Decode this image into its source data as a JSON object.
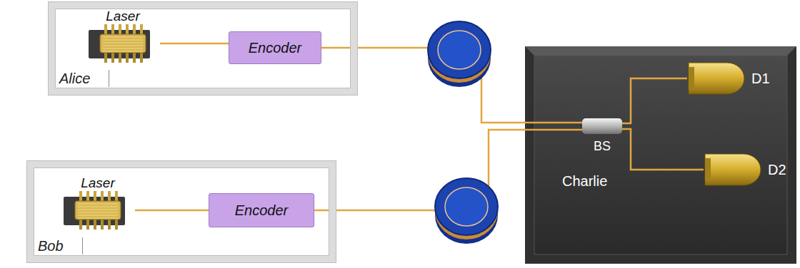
{
  "diagram": {
    "nodes": [
      {
        "text": [
          "Alice"
        ]
      },
      {
        "text": [
          "Laser"
        ],
        "in": 0
      },
      {
        "text": [
          "Encoder"
        ],
        "in": 0
      },
      {
        "text": [
          "Bob"
        ]
      },
      {
        "text": [
          "Laser"
        ],
        "in": 3
      },
      {
        "text": [
          "Encoder"
        ],
        "in": 3
      },
      {
        "text": [
          "Charlie"
        ]
      },
      {
        "text": [
          "BS"
        ],
        "in": 6
      },
      {
        "text": [
          "D1"
        ],
        "in": 6
      },
      {
        "text": [
          "D2"
        ],
        "in": 6
      }
    ],
    "edges": [
      {
        "from": 1,
        "to": 2,
        "arrow": "none"
      },
      {
        "from": 4,
        "to": 5,
        "arrow": "none"
      },
      {
        "from": 2,
        "to": 7,
        "arrow": "none"
      },
      {
        "from": 5,
        "to": 7,
        "arrow": "none"
      },
      {
        "from": 7,
        "to": 8,
        "arrow": "none"
      },
      {
        "from": 7,
        "to": 9,
        "arrow": "none"
      }
    ]
  }
}
